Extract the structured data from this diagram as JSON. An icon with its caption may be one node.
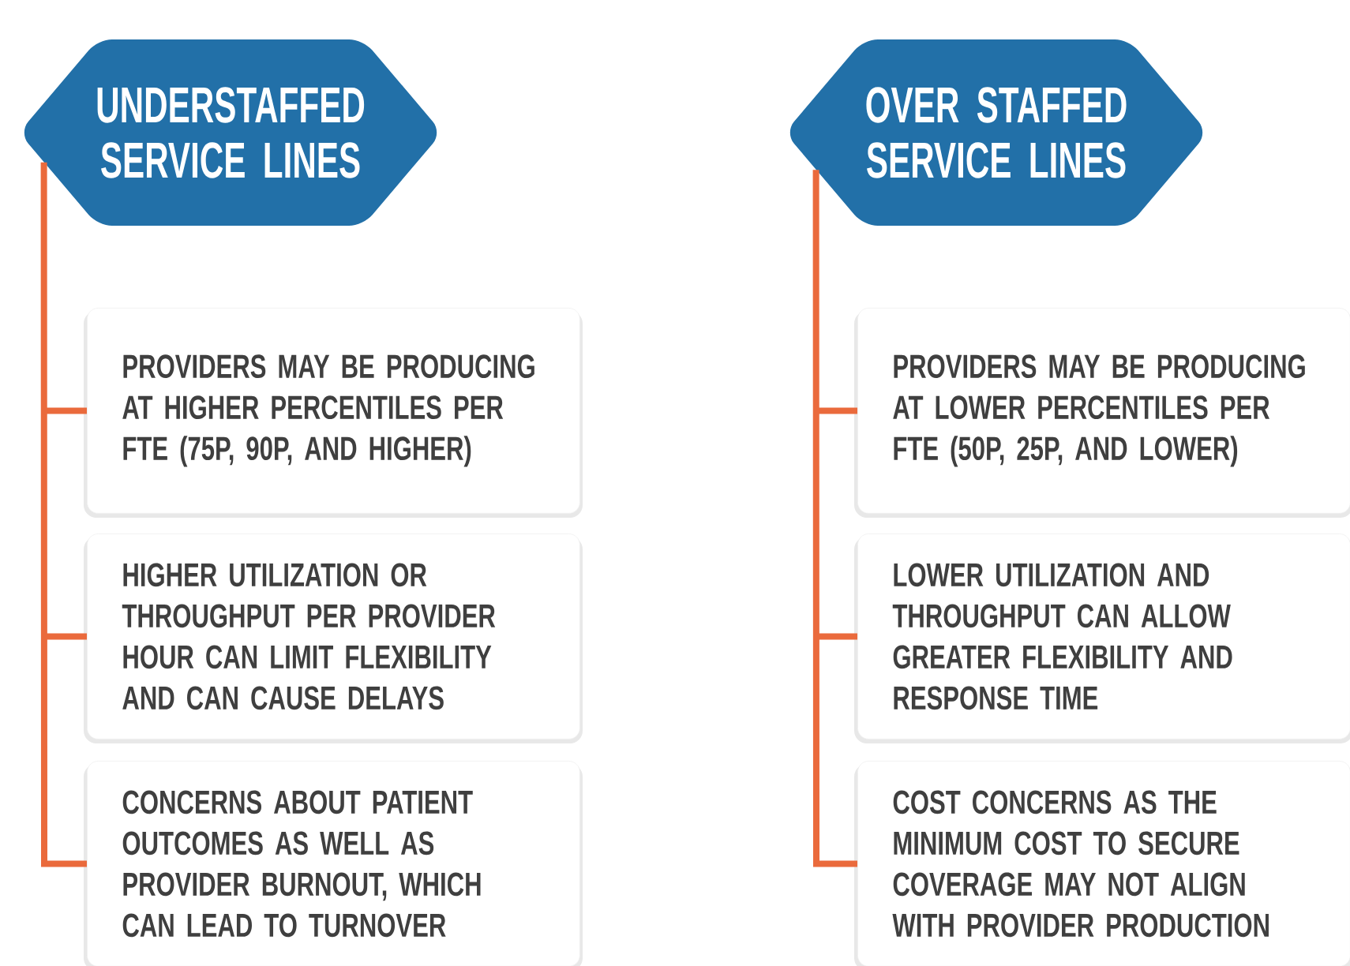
{
  "diagram": {
    "nodes": [
      {
        "text": [
          "UNDERSTAFFED SERVICE LINES"
        ]
      },
      {
        "text": [
          "PROVIDERS MAY BE PRODUCING AT HIGHER PERCENTILES PER FTE (75P, 90P, AND HIGHER)"
        ]
      },
      {
        "text": [
          "HIGHER UTILIZATION OR THROUGHPUT PER PROVIDER HOUR CAN LIMIT FLEXIBILITY AND CAN CAUSE DELAYS"
        ]
      },
      {
        "text": [
          "CONCERNS ABOUT PATIENT OUTCOMES AS WELL AS PROVIDER BURNOUT, WHICH CAN LEAD TO TURNOVER"
        ]
      },
      {
        "text": [
          "OVER STAFFED SERVICE LINES"
        ]
      },
      {
        "text": [
          "PROVIDERS MAY BE PRODUCING AT LOWER PERCENTILES PER FTE (50P, 25P, AND LOWER)"
        ]
      },
      {
        "text": [
          "LOWER UTILIZATION AND THROUGHPUT CAN ALLOW GREATER FLEXIBILITY AND RESPONSE TIME"
        ]
      },
      {
        "text": [
          "COST CONCERNS AS THE MINIMUM COST TO SECURE COVERAGE MAY NOT ALIGN WITH PROVIDER PRODUCTION"
        ]
      }
    ],
    "edges": [
      {
        "from": 0,
        "to": 1,
        "arrow": "none"
      },
      {
        "from": 0,
        "to": 2,
        "arrow": "none"
      },
      {
        "from": 0,
        "to": 3,
        "arrow": "none"
      },
      {
        "from": 4,
        "to": 5,
        "arrow": "none"
      },
      {
        "from": 4,
        "to": 6,
        "arrow": "none"
      },
      {
        "from": 4,
        "to": 7,
        "arrow": "none"
      }
    ]
  }
}
